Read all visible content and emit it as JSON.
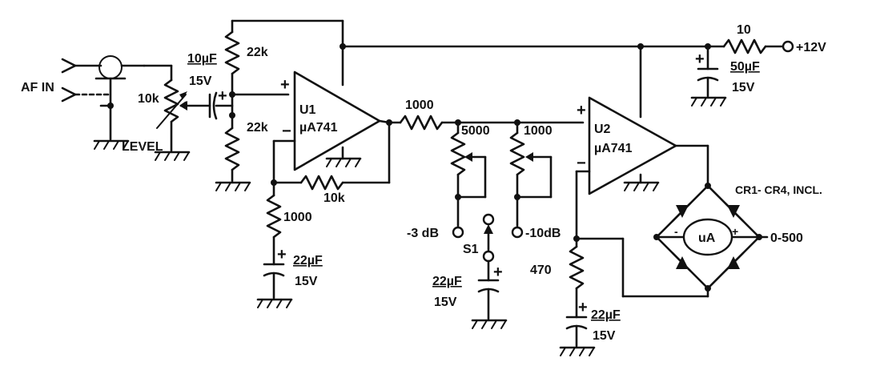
{
  "input": {
    "label": "AF IN"
  },
  "level_pot": {
    "value": "10k",
    "name": "LEVEL"
  },
  "c_in": {
    "value": "10µF",
    "voltage": "15V",
    "polarity": "+"
  },
  "r_bias_top": {
    "value": "22k"
  },
  "r_bias_bottom": {
    "value": "22k"
  },
  "u1": {
    "ref": "U1",
    "part": "µA741",
    "plus": "+",
    "minus": "−"
  },
  "r_feedback": {
    "value": "10k"
  },
  "r_u1_ground": {
    "value": "1000"
  },
  "c_u1_ground": {
    "value": "22µF",
    "voltage": "15V",
    "polarity": "+"
  },
  "r_series": {
    "value": "1000"
  },
  "pot_3db": {
    "value": "5000",
    "label": "-3 dB"
  },
  "pot_10db": {
    "value": "1000",
    "label": "-10dB"
  },
  "switch": {
    "ref": "S1"
  },
  "c_switch": {
    "value": "22µF",
    "voltage": "15V",
    "polarity": "+"
  },
  "u2": {
    "ref": "U2",
    "part": "µA741",
    "plus": "+",
    "minus": "−"
  },
  "r_u2_ground": {
    "value": "470"
  },
  "c_u2_ground": {
    "value": "22µF",
    "voltage": "15V",
    "polarity": "+"
  },
  "supply": {
    "r_value": "10",
    "label": "+12V",
    "c_value": "50µF",
    "c_voltage": "15V",
    "polarity": "+"
  },
  "bridge": {
    "label": "CR1- CR4, INCL.",
    "plus": "+",
    "minus": "-"
  },
  "meter": {
    "label": "uA",
    "range": "0-500"
  }
}
